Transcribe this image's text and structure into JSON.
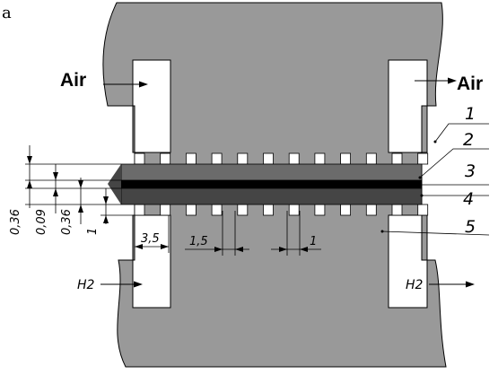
{
  "panel_label": "a",
  "gas": {
    "air_left": "Air",
    "air_right": "Air",
    "h2_left": "H2",
    "h2_right": "H2"
  },
  "callouts": [
    "1",
    "2",
    "3",
    "4",
    "5"
  ],
  "dimensions": {
    "vertical": [
      "0,36",
      "0,09",
      "0,36",
      "1"
    ],
    "horizontal": [
      "3,5",
      "1,5",
      "1"
    ]
  },
  "colors": {
    "plate": "#999999",
    "anode": "#6b6b6b",
    "electrolyte": "#000000",
    "cathode": "#454545",
    "line": "#000000"
  }
}
